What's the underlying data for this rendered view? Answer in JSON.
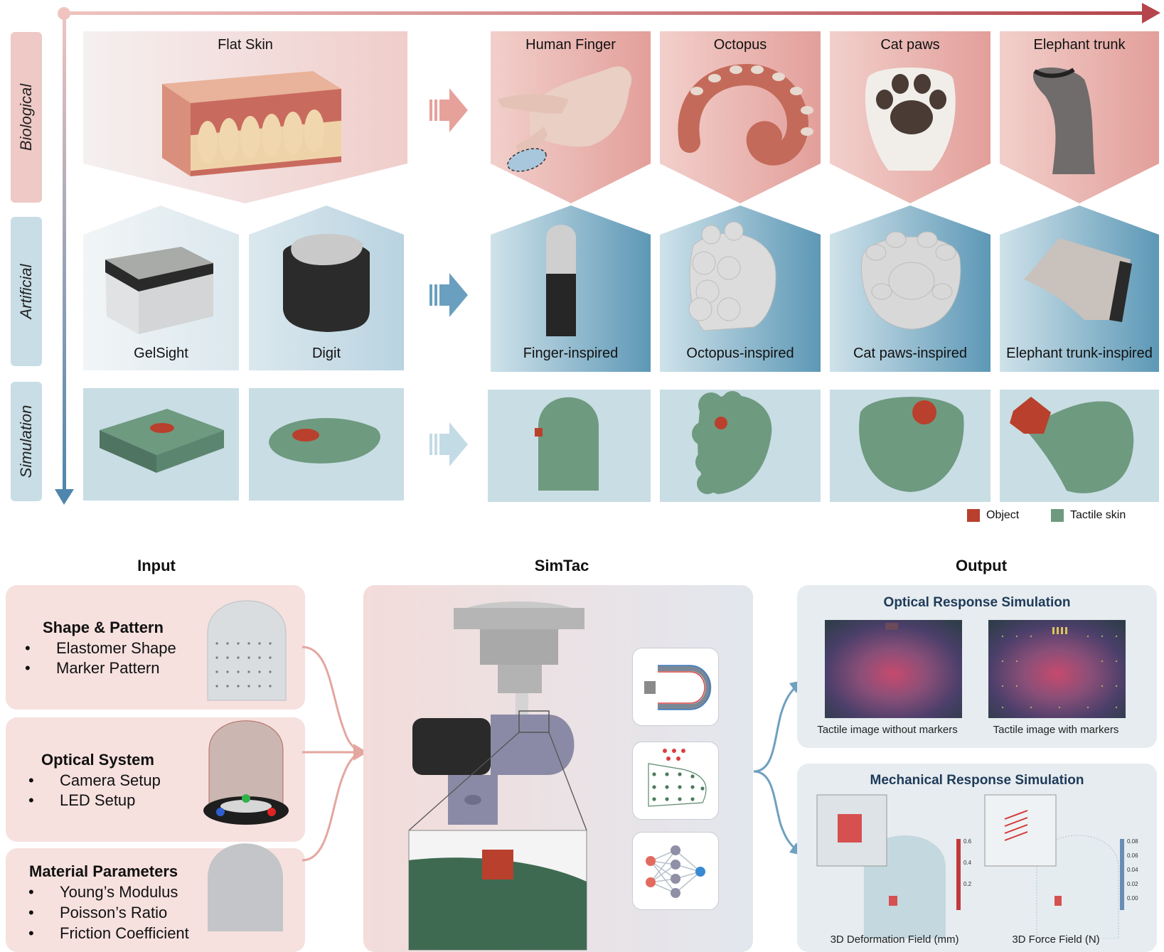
{
  "top": {
    "rows": [
      "Biological",
      "Artificial",
      "Simulation"
    ],
    "biological": {
      "flat_skin": "Flat Skin",
      "items": [
        "Human Finger",
        "Octopus",
        "Cat paws",
        "Elephant trunk"
      ]
    },
    "artificial": {
      "flat_items": [
        "GelSight",
        "Digit"
      ],
      "items": [
        "Finger-inspired",
        "Octopus-inspired",
        "Cat paws-inspired",
        "Elephant trunk-inspired"
      ]
    },
    "legend": {
      "object": "Object",
      "tactile_skin": "Tactile skin"
    }
  },
  "bottom": {
    "input": {
      "heading": "Input",
      "panels": [
        {
          "title": "Shape & Pattern",
          "bullets": [
            "Elastomer Shape",
            "Marker Pattern"
          ]
        },
        {
          "title": "Optical System",
          "bullets": [
            "Camera Setup",
            "LED Setup"
          ]
        },
        {
          "title": "Material Parameters",
          "bullets": [
            "Young’s Modulus",
            "Poisson’s Ratio",
            "Friction Coefficient"
          ]
        }
      ]
    },
    "simtac": {
      "heading": "SimTac"
    },
    "output": {
      "heading": "Output",
      "optical": {
        "title": "Optical Response Simulation",
        "captions": [
          "Tactile image without markers",
          "Tactile image with markers"
        ]
      },
      "mechanical": {
        "title": "Mechanical Response Simulation",
        "captions": [
          "3D Deformation Field (mm)",
          "3D Force Field (N)"
        ],
        "deformation_ticks": [
          "0.6",
          "0.4",
          "0.2"
        ],
        "force_ticks": [
          "0.08",
          "0.06",
          "0.04",
          "0.02",
          "0.00"
        ]
      }
    }
  },
  "colors": {
    "object": "#b9402c",
    "tactile_skin": "#6e9a80",
    "bio_pink": "#e7a7a2",
    "art_blue": "#5f9ab8",
    "sim_blue": "#c9dde4"
  }
}
